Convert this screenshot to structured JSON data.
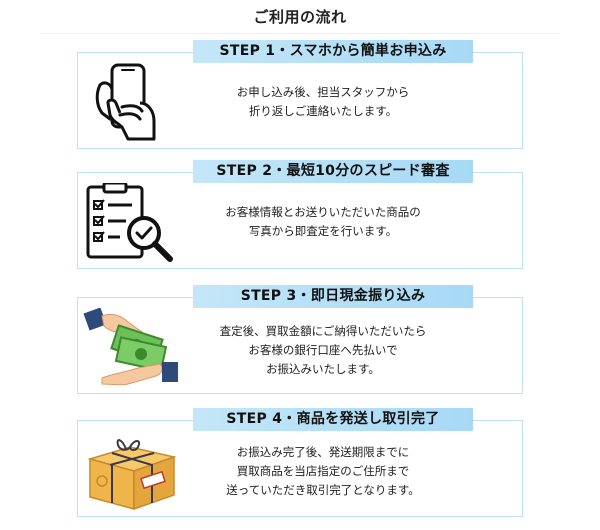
{
  "title": "ご利用の流れ",
  "steps": [
    {
      "heading": "STEP 1・スマホから簡単お申込み",
      "lines": [
        "お申し込み後、担当スタッフから",
        "折り返しご連絡いたします。"
      ],
      "icon": "smartphone-hand-icon"
    },
    {
      "heading": "STEP 2・最短10分のスピード審査",
      "lines": [
        "お客様情報とお送りいただいた商品の",
        "写真から即査定を行います。"
      ],
      "icon": "checklist-magnifier-icon"
    },
    {
      "heading": "STEP 3・即日現金振り込み",
      "lines": [
        "査定後、買取金額にご納得いただいたら",
        "お客様の銀行口座へ先払いで",
        "お振込みいたします。"
      ],
      "icon": "cash-handover-icon"
    },
    {
      "heading": "STEP 4・商品を発送し取引完了",
      "lines": [
        "お振込み完了後、発送期限までに",
        "買取商品を当店指定のご住所まで",
        "送っていただき取引完了となります。"
      ],
      "icon": "shipping-box-icon"
    }
  ],
  "colors": {
    "banner": "#b7dff6",
    "card_border": "#bfe0f5",
    "money_green": "#6dbf5a",
    "sleeve_navy": "#2e4a7a",
    "box_orange": "#f0b54a"
  }
}
